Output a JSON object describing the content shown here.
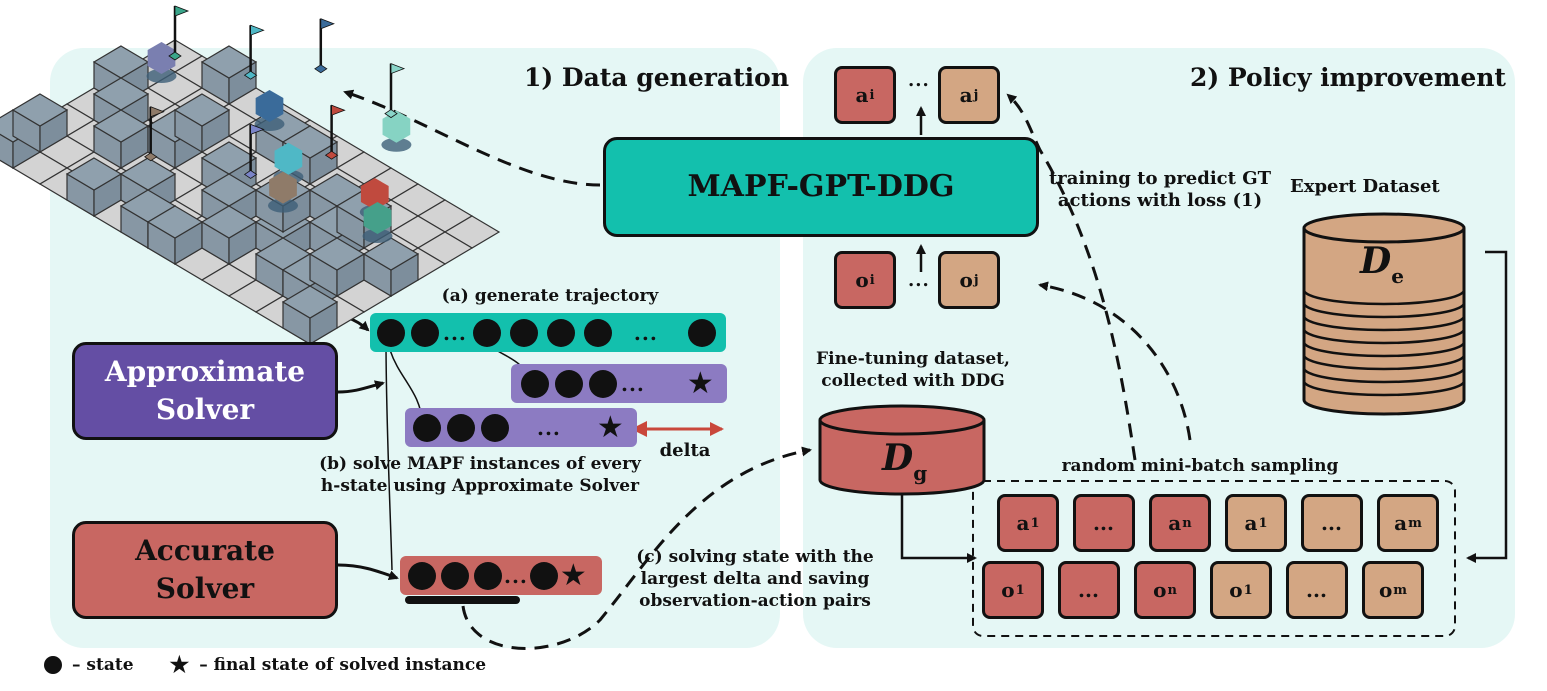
{
  "sections": {
    "data_generation_title": "1) Data generation",
    "policy_improvement_title": "2) Policy improvement"
  },
  "model": {
    "label": "MAPF-GPT-DDG"
  },
  "actions_top": [
    {
      "base": "a",
      "sub": "i",
      "color": "red"
    },
    {
      "base": "a",
      "sub": "j",
      "color": "tan"
    }
  ],
  "observations_top": [
    {
      "base": "o",
      "sub": "i",
      "color": "red"
    },
    {
      "base": "o",
      "sub": "j",
      "color": "tan"
    }
  ],
  "ellipsis": "...",
  "training_label": [
    "training to predict GT",
    "actions with  loss (1)"
  ],
  "expert_dataset": {
    "title": "Expert Dataset",
    "symbol": "D",
    "sub": "e"
  },
  "finetune_dataset": {
    "title": [
      "Fine-tuning dataset,",
      "collected with DDG"
    ],
    "symbol": "D",
    "sub": "g"
  },
  "minibatch": {
    "title": "random mini-batch sampling",
    "actions": [
      {
        "base": "a",
        "sub": "1",
        "color": "red"
      },
      {
        "base": "...",
        "sub": "",
        "color": "red"
      },
      {
        "base": "a",
        "sub": "n",
        "color": "red"
      },
      {
        "base": "a",
        "sub": "1",
        "color": "tan"
      },
      {
        "base": "...",
        "sub": "",
        "color": "tan"
      },
      {
        "base": "a",
        "sub": "m",
        "color": "tan"
      }
    ],
    "observations": [
      {
        "base": "o",
        "sub": "1",
        "color": "red"
      },
      {
        "base": "...",
        "sub": "",
        "color": "red"
      },
      {
        "base": "o",
        "sub": "n",
        "color": "red"
      },
      {
        "base": "o",
        "sub": "1",
        "color": "tan"
      },
      {
        "base": "...",
        "sub": "",
        "color": "tan"
      },
      {
        "base": "o",
        "sub": "m",
        "color": "tan"
      }
    ]
  },
  "steps": {
    "a": "(a) generate trajectory",
    "b": [
      "(b) solve MAPF instances of every",
      "h-state using Approximate Solver"
    ],
    "c": [
      "(c) solving state with the",
      "largest delta  and saving",
      "observation-action pairs"
    ]
  },
  "solvers": {
    "approximate": [
      "Approximate",
      "Solver"
    ],
    "accurate": [
      "Accurate",
      "Solver"
    ]
  },
  "delta_label": "delta",
  "legend": {
    "state": "– state",
    "final": "– final state of solved instance"
  },
  "colors": {
    "panel": "#e5f7f5",
    "teal": "#13c0ad",
    "purple": "#644ea4",
    "lavender": "#8c7bc2",
    "red": "#c86762",
    "tan": "#d3a683",
    "delta_arrow": "#c9473b"
  },
  "grid_world": {
    "agents": [
      "#7a7fb0",
      "#3a6b9a",
      "#4fb8c6",
      "#8f7b69",
      "#c04a3e",
      "#45a08a",
      "#86d3c3"
    ],
    "flags": [
      "#3aa58a",
      "#4fb8c6",
      "#3a6b9a",
      "#8ad5c9",
      "#8f7b69",
      "#7a84c8",
      "#c04a3e"
    ]
  }
}
